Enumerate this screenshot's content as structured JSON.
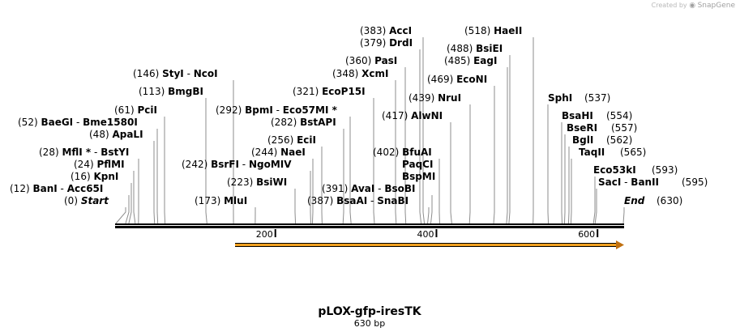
{
  "credit": {
    "prefix": "Created by",
    "brand": "SnapGene"
  },
  "map": {
    "title": "pLOX-gfp-iresTK",
    "length_label": "630 bp",
    "length": 630,
    "ruler_ticks": [
      {
        "value": 200,
        "label": "200"
      },
      {
        "value": 400,
        "label": "400"
      },
      {
        "value": 600,
        "label": "600"
      }
    ],
    "feature_arrow": {
      "start": 148,
      "end": 630,
      "direction": "forward",
      "color": "#f0a020"
    },
    "sites": [
      {
        "pos": "(0)",
        "name": "Start",
        "italic": true,
        "loc": 0
      },
      {
        "pos": "(12)",
        "name": "BanI",
        "name2": "Acc65I",
        "loc": 12
      },
      {
        "pos": "(16)",
        "name": "KpnI",
        "loc": 16
      },
      {
        "pos": "(24)",
        "name": "PflMI",
        "loc": 24
      },
      {
        "pos": "(28)",
        "name": "MflI *",
        "name2": "BstYI",
        "loc": 28
      },
      {
        "pos": "(48)",
        "name": "ApaLI",
        "loc": 48
      },
      {
        "pos": "(52)",
        "name": "BaeGI",
        "name2": "Bme1580I",
        "loc": 52
      },
      {
        "pos": "(61)",
        "name": "PciI",
        "loc": 61
      },
      {
        "pos": "(113)",
        "name": "BmgBI",
        "loc": 113
      },
      {
        "pos": "(146)",
        "name": "StyI",
        "name2": "NcoI",
        "loc": 146
      },
      {
        "pos": "(173)",
        "name": "MluI",
        "loc": 173
      },
      {
        "pos": "(223)",
        "name": "BsiWI",
        "loc": 223
      },
      {
        "pos": "(242)",
        "name": "BsrFI",
        "name2": "NgoMIV",
        "loc": 242
      },
      {
        "pos": "(244)",
        "name": "NaeI",
        "loc": 244
      },
      {
        "pos": "(256)",
        "name": "EciI",
        "loc": 256
      },
      {
        "pos": "(282)",
        "name": "BstAPI",
        "loc": 282
      },
      {
        "pos": "(292)",
        "name": "BpmI",
        "name2": "Eco57MI *",
        "loc": 292
      },
      {
        "pos": "(321)",
        "name": "EcoP15I",
        "loc": 321
      },
      {
        "pos": "(387)",
        "name": "BsaAI",
        "name2": "SnaBI",
        "loc": 387
      },
      {
        "pos": "(391)",
        "name": "AvaI",
        "name2": "BsoBI",
        "loc": 391
      },
      {
        "pos": "(402)",
        "name": "BfuAI",
        "extra": [
          "PaqCI",
          "BspMI"
        ],
        "loc": 402
      },
      {
        "pos": "(417)",
        "name": "AlwNI",
        "loc": 417
      },
      {
        "pos": "(348)",
        "name": "XcmI",
        "loc": 348
      },
      {
        "pos": "(360)",
        "name": "PasI",
        "loc": 360
      },
      {
        "pos": "(379)",
        "name": "DrdI",
        "loc": 379
      },
      {
        "pos": "(383)",
        "name": "AccI",
        "loc": 383
      },
      {
        "pos": "(439)",
        "name": "NruI",
        "loc": 439
      },
      {
        "pos": "(469)",
        "name": "EcoNI",
        "loc": 469
      },
      {
        "pos": "(485)",
        "name": "EagI",
        "loc": 485
      },
      {
        "pos": "(488)",
        "name": "BsiEI",
        "loc": 488
      },
      {
        "pos": "(518)",
        "name": "HaeII",
        "loc": 518
      },
      {
        "pos": "(537)",
        "name": "SphI",
        "loc": 537
      },
      {
        "pos": "(554)",
        "name": "BsaHI",
        "loc": 554
      },
      {
        "pos": "(557)",
        "name": "BseRI",
        "loc": 557
      },
      {
        "pos": "(562)",
        "name": "BglI",
        "loc": 562
      },
      {
        "pos": "(565)",
        "name": "TaqII",
        "loc": 565
      },
      {
        "pos": "(593)",
        "name": "Eco53kI",
        "loc": 593
      },
      {
        "pos": "(595)",
        "name": "SacI",
        "name2": "BanII",
        "loc": 595
      },
      {
        "pos": "(630)",
        "name": "End",
        "italic": true,
        "loc": 630
      }
    ]
  }
}
